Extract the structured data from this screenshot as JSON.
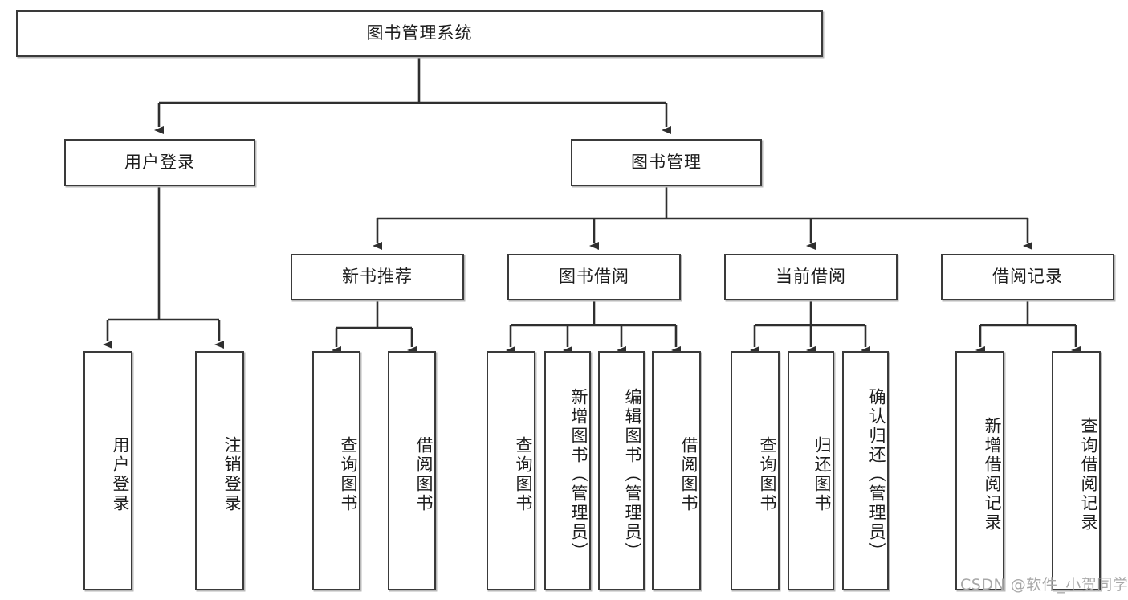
{
  "diagram": {
    "title": "图书管理系统",
    "type": "tree-hierarchy-chart",
    "colors": {
      "node_border": "#3a3a3a",
      "node_fill": "#ffffff",
      "edge": "#2f2f2f",
      "watermark": "#a8a8a8"
    },
    "root": {
      "label": "图书管理系统"
    },
    "level2": [
      {
        "label": "用户登录"
      },
      {
        "label": "图书管理"
      }
    ],
    "level3": [
      {
        "label": "新书推荐"
      },
      {
        "label": "图书借阅"
      },
      {
        "label": "当前借阅"
      },
      {
        "label": "借阅记录"
      }
    ],
    "leaves": {
      "user_login": [
        {
          "label": "用户登录"
        },
        {
          "label": "注销登录"
        }
      ],
      "new_book_recommend": [
        {
          "label": "查询图书"
        },
        {
          "label": "借阅图书"
        }
      ],
      "book_borrow": [
        {
          "label": "查询图书"
        },
        {
          "label": "新增图书（管理员）"
        },
        {
          "label": "编辑图书（管理员）"
        },
        {
          "label": "借阅图书"
        }
      ],
      "current_borrow": [
        {
          "label": "查询图书"
        },
        {
          "label": "归还图书"
        },
        {
          "label": "确认归还（管理员）"
        }
      ],
      "borrow_record": [
        {
          "label": "新增借阅记录"
        },
        {
          "label": "查询借阅记录"
        }
      ]
    }
  },
  "watermark": {
    "text": "CSDN @软件_小贺同学"
  }
}
